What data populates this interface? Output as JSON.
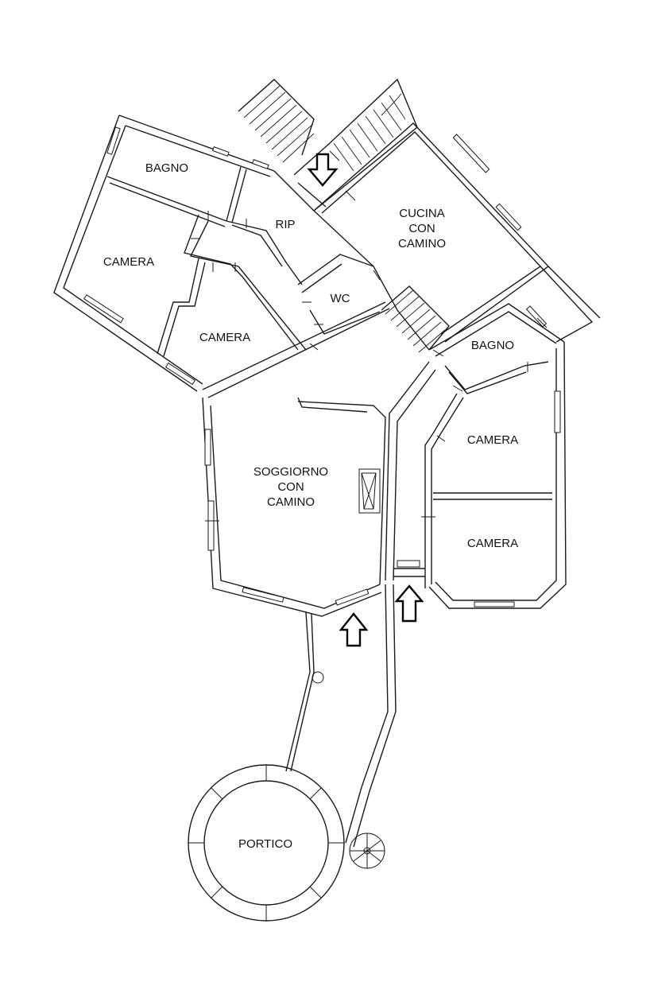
{
  "rooms": {
    "bagno_1": "BAGNO",
    "rip": "RIP",
    "cucina": [
      "CUCINA",
      "CON",
      "CAMINO"
    ],
    "camera_1": "CAMERA",
    "camera_2": "CAMERA",
    "wc": "WC",
    "bagno_2": "BAGNO",
    "soggiorno": [
      "SOGGIORNO",
      "CON",
      "CAMINO"
    ],
    "camera_3": "CAMERA",
    "camera_4": "CAMERA",
    "portico": "PORTICO"
  },
  "icons": {
    "entrance_arrow": "entrance-arrow-icon",
    "fireplace": "fireplace-icon",
    "spiral_stair": "spiral-stair-icon"
  },
  "colors": {
    "line": "#1a1a1a",
    "background": "#ffffff"
  }
}
